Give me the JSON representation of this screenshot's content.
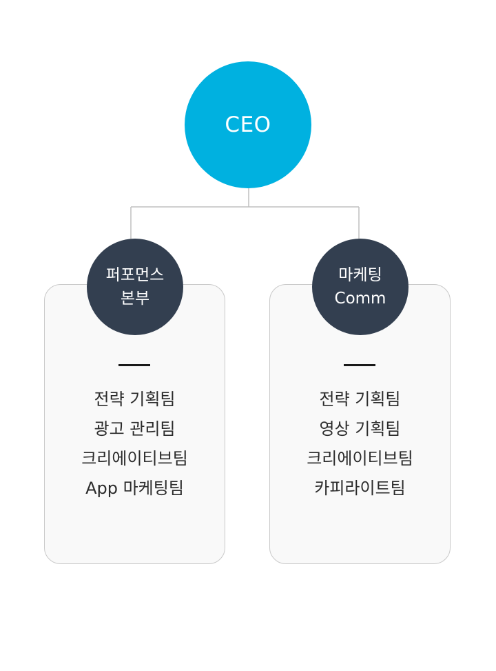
{
  "ceo": {
    "label": "CEO"
  },
  "colors": {
    "ceo_fill": "#00b1e0",
    "dept_fill": "#333f50",
    "box_fill": "#f9f9f9",
    "box_border": "#c9c9c9",
    "line": "#bfbfbf",
    "text": "#2b2b2b"
  },
  "departments": [
    {
      "name_lines": [
        "퍼포먼스",
        "본부"
      ],
      "teams": [
        "전략 기획팀",
        "광고 관리팀",
        "크리에이티브팀",
        "App 마케팅팀"
      ]
    },
    {
      "name_lines": [
        "마케팅",
        "Comm"
      ],
      "teams": [
        "전략 기획팀",
        "영상 기획팀",
        "크리에이티브팀",
        "카피라이트팀"
      ]
    }
  ]
}
